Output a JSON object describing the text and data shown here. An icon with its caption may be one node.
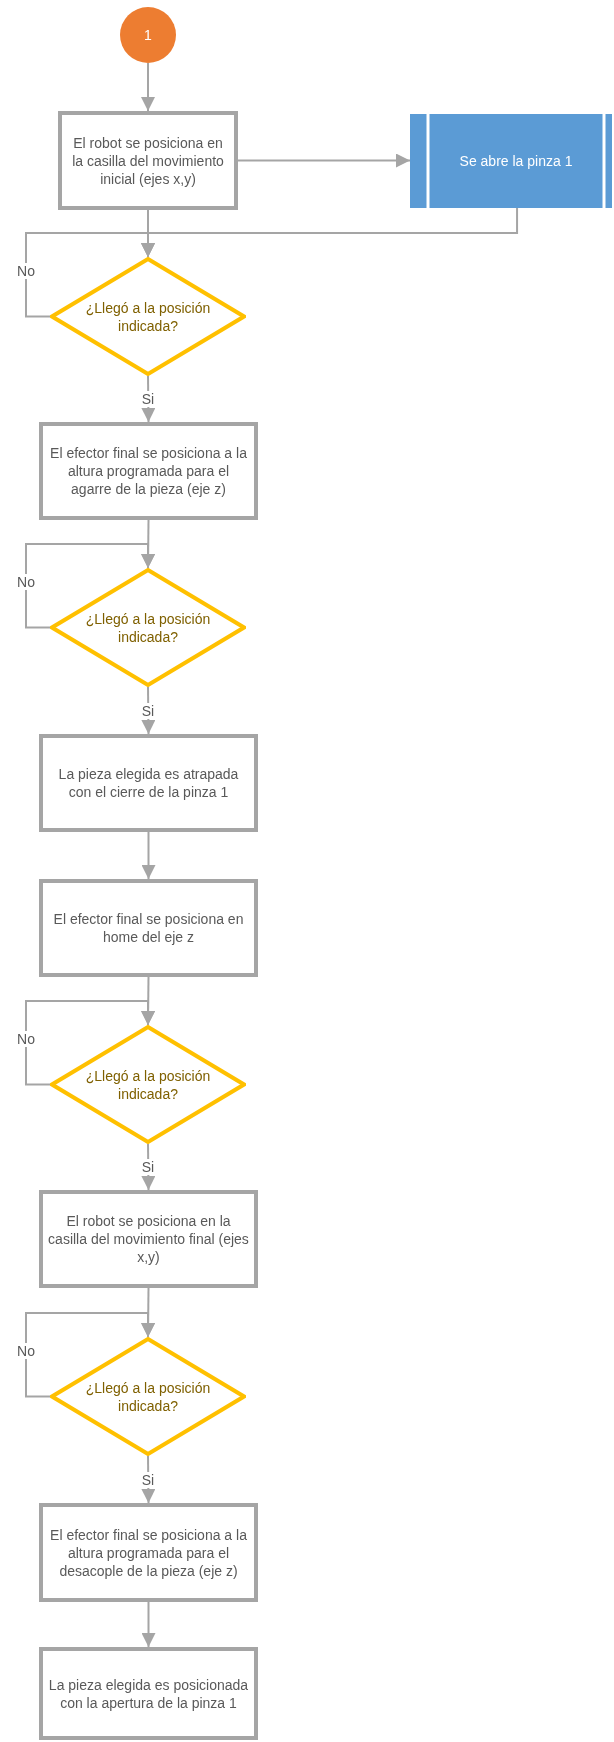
{
  "diagram": {
    "nodes": [
      {
        "text": [
          "1"
        ]
      },
      {
        "text": [
          "El robot se posiciona en la casilla del movimiento inicial (ejes x,y)"
        ]
      },
      {
        "text": [
          "Se abre la pinza 1"
        ]
      },
      {
        "text": [
          "¿Llegó a la posición indicada?"
        ]
      },
      {
        "text": [
          "El efector final se posiciona a la altura programada para el agarre de la pieza (eje z)"
        ]
      },
      {
        "text": [
          "¿Llegó a la posición indicada?"
        ]
      },
      {
        "text": [
          "La pieza elegida es atrapada con el cierre de la pinza 1"
        ]
      },
      {
        "text": [
          "El efector final se posiciona en home del eje z"
        ]
      },
      {
        "text": [
          "¿Llegó a la posición indicada?"
        ]
      },
      {
        "text": [
          "El robot se posiciona en la casilla del movimiento final (ejes x,y)"
        ]
      },
      {
        "text": [
          "¿Llegó a la posición indicada?"
        ]
      },
      {
        "text": [
          "El efector final se posiciona a la altura programada para el desacople de la pieza (eje z)"
        ]
      },
      {
        "text": [
          "La pieza elegida es posicionada con la apertura de la pinza 1"
        ]
      }
    ],
    "edges": [
      {
        "from": 0,
        "to": 1,
        "arrow": "to"
      },
      {
        "from": 1,
        "to": 2,
        "arrow": "to"
      },
      {
        "from": 1,
        "to": 3,
        "arrow": "to"
      },
      {
        "from": 2,
        "to": 3,
        "arrow": "to"
      },
      {
        "from": 3,
        "to": 3,
        "arrow": "to",
        "label": "No"
      },
      {
        "from": 3,
        "to": 4,
        "arrow": "to",
        "label": "Si"
      },
      {
        "from": 4,
        "to": 5,
        "arrow": "to"
      },
      {
        "from": 5,
        "to": 5,
        "arrow": "to",
        "label": "No"
      },
      {
        "from": 5,
        "to": 6,
        "arrow": "to",
        "label": "Si"
      },
      {
        "from": 6,
        "to": 7,
        "arrow": "to"
      },
      {
        "from": 7,
        "to": 8,
        "arrow": "to"
      },
      {
        "from": 8,
        "to": 8,
        "arrow": "to",
        "label": "No"
      },
      {
        "from": 8,
        "to": 9,
        "arrow": "to",
        "label": "Si"
      },
      {
        "from": 9,
        "to": 10,
        "arrow": "to"
      },
      {
        "from": 10,
        "to": 10,
        "arrow": "to",
        "label": "No"
      },
      {
        "from": 10,
        "to": 11,
        "arrow": "to",
        "label": "Si"
      },
      {
        "from": 11,
        "to": 12,
        "arrow": "to"
      }
    ]
  }
}
